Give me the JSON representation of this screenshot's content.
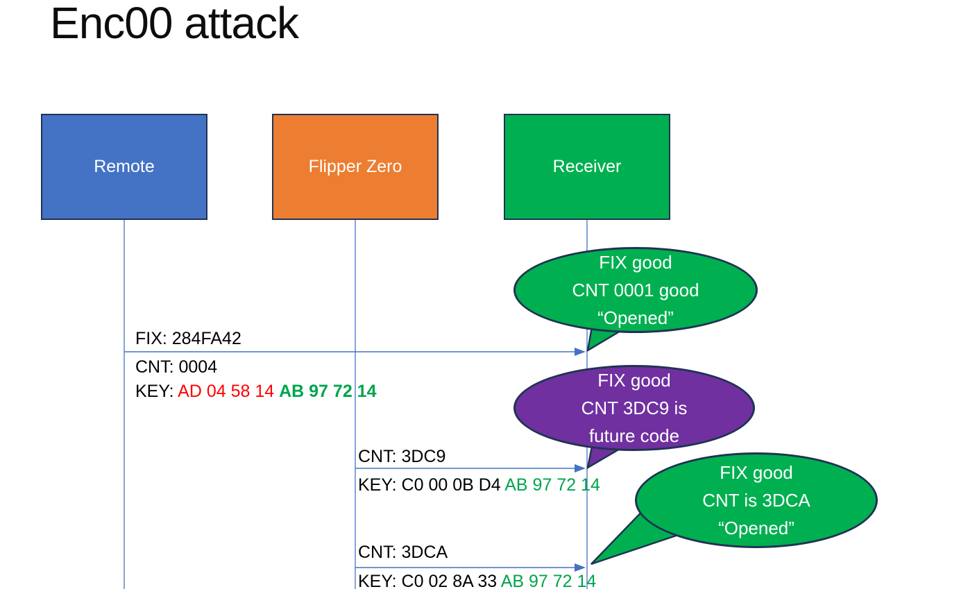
{
  "title": "Enc00 attack",
  "colors": {
    "blue": "#4472C4",
    "orange": "#ED7D31",
    "green": "#00B050",
    "purple": "#7030A0",
    "outline": "#1F3353",
    "connector": "#4472C4",
    "red": "#FF0000",
    "text_green": "#00A44C",
    "text_default": "#000000"
  },
  "actors": [
    {
      "id": "remote",
      "label": "Remote",
      "fill": "blue"
    },
    {
      "id": "flipper",
      "label": "Flipper Zero",
      "fill": "orange"
    },
    {
      "id": "receiver",
      "label": "Receiver",
      "fill": "green"
    }
  ],
  "messages": [
    {
      "from": "remote",
      "to": "receiver",
      "lines": [
        {
          "segments": [
            {
              "text": "FIX: 284FA42",
              "color": "default",
              "bold": false
            }
          ]
        },
        {
          "segments": [
            {
              "text": "CNT: 0004",
              "color": "default",
              "bold": false
            }
          ]
        },
        {
          "segments": [
            {
              "text": "KEY: ",
              "color": "default",
              "bold": false
            },
            {
              "text": "AD 04 58 14 ",
              "color": "red",
              "bold": false
            },
            {
              "text": "AB 97 72 14",
              "color": "green",
              "bold": true
            }
          ]
        }
      ]
    },
    {
      "from": "flipper",
      "to": "receiver",
      "lines": [
        {
          "segments": [
            {
              "text": "CNT: 3DC9",
              "color": "default",
              "bold": false
            }
          ]
        },
        {
          "segments": [
            {
              "text": "KEY: C0 00 0B D4 ",
              "color": "default",
              "bold": false
            },
            {
              "text": "AB 97 72 14",
              "color": "green",
              "bold": false
            }
          ]
        }
      ]
    },
    {
      "from": "flipper",
      "to": "receiver",
      "lines": [
        {
          "segments": [
            {
              "text": "CNT: 3DCA",
              "color": "default",
              "bold": false
            }
          ]
        },
        {
          "segments": [
            {
              "text": "KEY: C0 02 8A 33 ",
              "color": "default",
              "bold": false
            },
            {
              "text": "AB 97 72 14",
              "color": "green",
              "bold": false
            }
          ]
        }
      ]
    }
  ],
  "callouts": [
    {
      "fill": "green",
      "lines": [
        "FIX good",
        "CNT 0001 good",
        "“Opened”"
      ]
    },
    {
      "fill": "purple",
      "lines": [
        "FIX good",
        "CNT 3DC9 is",
        "future code"
      ]
    },
    {
      "fill": "green",
      "lines": [
        "FIX good",
        "CNT is 3DCA",
        "“Opened”"
      ]
    }
  ]
}
